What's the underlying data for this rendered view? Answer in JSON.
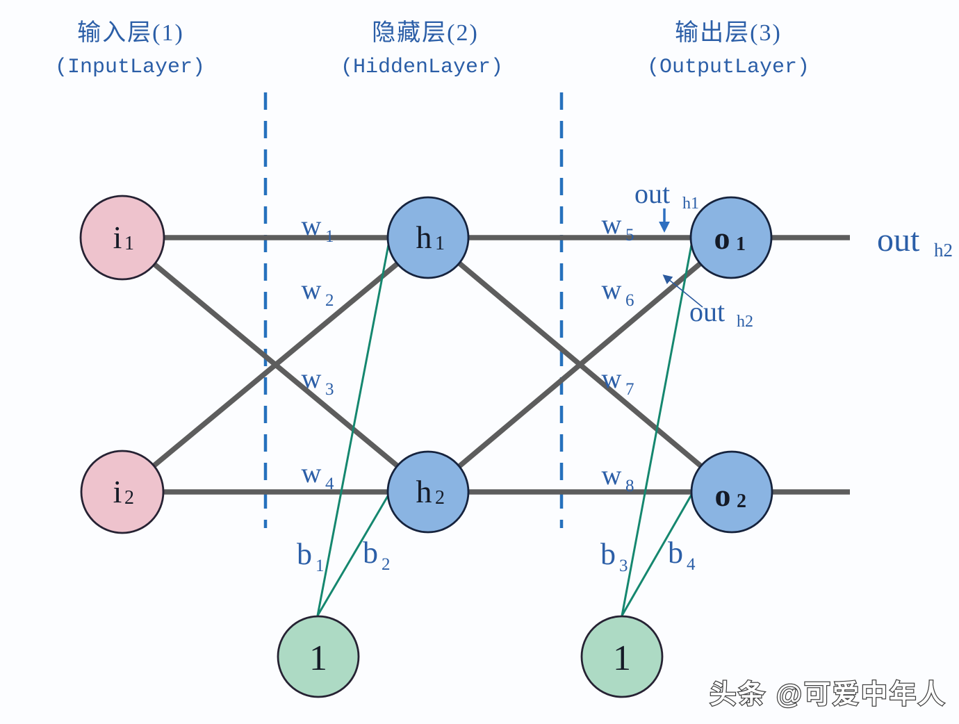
{
  "headers": {
    "input": {
      "zh": "输入层(1)",
      "en": "(InputLayer)"
    },
    "hidden": {
      "zh": "隐藏层(2)",
      "en": "(HiddenLayer)"
    },
    "output": {
      "zh": "输出层(3)",
      "en": "(OutputLayer)"
    }
  },
  "nodes": {
    "i1": {
      "base": "i",
      "sub": "1"
    },
    "i2": {
      "base": "i",
      "sub": "2"
    },
    "h1": {
      "base": "h",
      "sub": "1"
    },
    "h2": {
      "base": "h",
      "sub": "2"
    },
    "o1": {
      "base": "o",
      "sub": "1"
    },
    "o2": {
      "base": "o",
      "sub": "2"
    },
    "bias1": {
      "base": "1"
    },
    "bias2": {
      "base": "1"
    }
  },
  "weights": {
    "w1": {
      "base": "w",
      "sub": "1"
    },
    "w2": {
      "base": "w",
      "sub": "2"
    },
    "w3": {
      "base": "w",
      "sub": "3"
    },
    "w4": {
      "base": "w",
      "sub": "4"
    },
    "w5": {
      "base": "w",
      "sub": "5"
    },
    "w6": {
      "base": "w",
      "sub": "6"
    },
    "w7": {
      "base": "w",
      "sub": "7"
    },
    "w8": {
      "base": "w",
      "sub": "8"
    }
  },
  "biases": {
    "b1": {
      "base": "b",
      "sub": "1"
    },
    "b2": {
      "base": "b",
      "sub": "2"
    },
    "b3": {
      "base": "b",
      "sub": "3"
    },
    "b4": {
      "base": "b",
      "sub": "4"
    }
  },
  "annotations": {
    "out_h1_pointer": {
      "base": "out",
      "sub": "h1"
    },
    "out_h2_pointer": {
      "base": "out",
      "sub": "h2"
    },
    "out_h2_right": {
      "base": "out",
      "sub": "h2"
    }
  },
  "watermark": {
    "text": "头条 @可爱中年人"
  },
  "colors": {
    "background": "#fcfdff",
    "label_blue": "#2b5ea7",
    "divider_blue": "#2671bd",
    "edge_gray": "#5d5d5d",
    "bias_teal": "#15876f",
    "arrow_blue": "#2e6fc0",
    "annotation_arrow": "#2b5a9e",
    "input_fill": "#eec3cd",
    "hidden_fill": "#8ab4e2",
    "bias_fill": "#addac4",
    "node_text": "#141a26",
    "watermark_fill": "#ffffff",
    "watermark_stroke": "#404040"
  }
}
